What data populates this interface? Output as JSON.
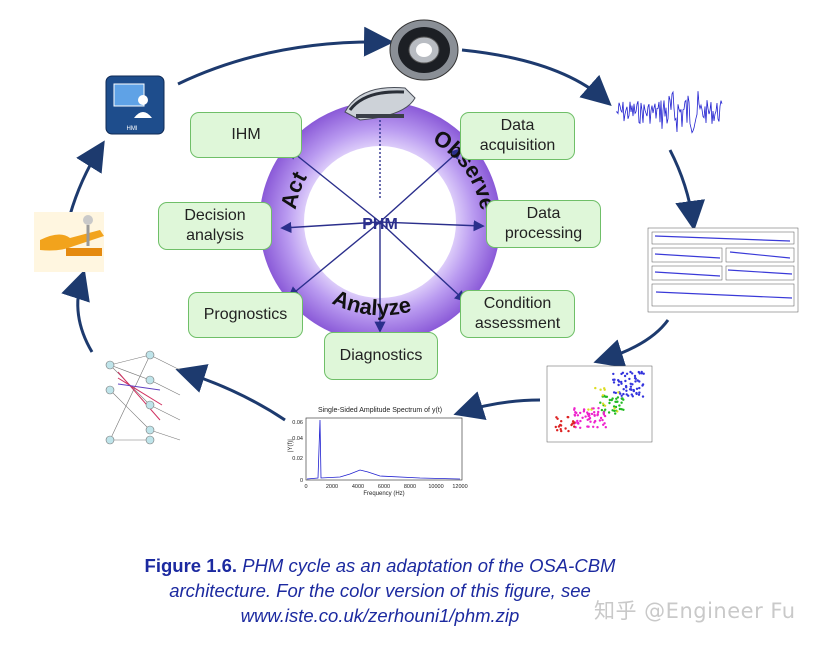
{
  "diagram": {
    "center_label": "PHM",
    "ring_labels": {
      "left": "Act",
      "right": "Observe",
      "bottom": "Analyze"
    },
    "boxes": {
      "ihm": "IHM",
      "data_acquisition": "Data\nacquisition",
      "decision_analysis": "Decision\nanalysis",
      "data_processing": "Data\nprocessing",
      "prognostics": "Prognostics",
      "condition_assessment": "Condition\nassessment",
      "diagnostics": "Diagnostics"
    },
    "hmi_label": "HMI",
    "spectrum": {
      "title": "Single-Sided Amplitude Spectrum of y(t)",
      "xlabel": "Frequency (Hz)",
      "ylabel": "|Y(f)|",
      "xticks": [
        "0",
        "2000",
        "4000",
        "6000",
        "8000",
        "10000",
        "12000"
      ],
      "yticks": [
        "0.06",
        "0.04",
        "0.02",
        "0"
      ]
    },
    "colors": {
      "ring_purple": "#9966dd",
      "box_fill": "#dff7d9",
      "arrow": "#1d3a6e",
      "caption": "#1c2aa0"
    }
  },
  "caption": {
    "label": "Figure 1.6.",
    "line1": "PHM cycle as an adaptation of the OSA-CBM",
    "line2": "architecture. For the color version of this figure, see",
    "line3": "www.iste.co.uk/zerhouni1/phm.zip"
  },
  "watermark": "知乎 @Engineer Fu"
}
